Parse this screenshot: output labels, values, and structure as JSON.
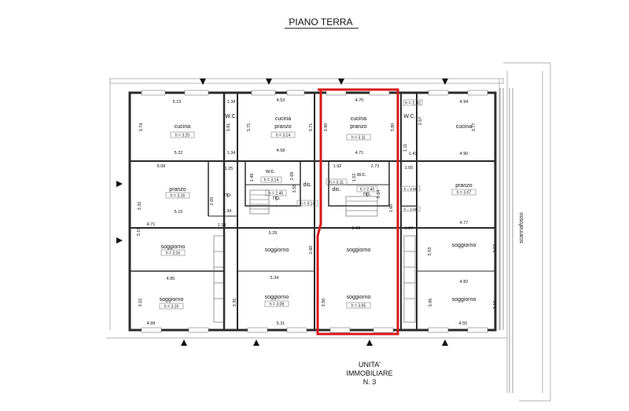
{
  "title": "PIANO TERRA",
  "unit_label": {
    "line1": "UNITA'",
    "line2": "IMMOBILIARE",
    "line3": "N. 3"
  },
  "colors": {
    "wall": "#2b2b2b",
    "highlight": "#d91818",
    "thin": "#888888"
  },
  "side_label": "scannafosso",
  "rooms": [
    {
      "name": "cucina",
      "height": "h = 3.20"
    },
    {
      "name": "W.C.",
      "height": ""
    },
    {
      "name": "cucina",
      "name2": "pranzo",
      "height": "h = 3.14"
    },
    {
      "name": "cucina",
      "name2": "pranzo",
      "height": "h = 3.11"
    },
    {
      "name": "W.C.",
      "height": ""
    },
    {
      "name": "cucina",
      "height": ""
    },
    {
      "name": "pranzo",
      "height": "h = 3.16"
    },
    {
      "name": "rip.",
      "height": ""
    },
    {
      "name": "w.c.",
      "height": "h = 3.14"
    },
    {
      "name": "rip.",
      "height": "h = 2.45"
    },
    {
      "name": "dis.",
      "height": "h = 3.14"
    },
    {
      "name": "dis.",
      "height": "h = 3.11"
    },
    {
      "name": "w.c.",
      "height": ""
    },
    {
      "name": "rip.",
      "height": "h = 2.40"
    },
    {
      "name": "pranzo",
      "height": "h = 3.07"
    },
    {
      "name": "soggiorno",
      "height": "h = 3.16"
    },
    {
      "name": "soggiorno",
      "height": ""
    },
    {
      "name": "soggiorno",
      "height": ""
    },
    {
      "name": "soggiorno",
      "height": ""
    },
    {
      "name": "soggiorno",
      "height": "h = 3.16"
    },
    {
      "name": "soggiorno",
      "height": "h = 3.08"
    },
    {
      "name": "soggiorno",
      "height": "h = 3.05"
    },
    {
      "name": "soggiorno",
      "height": ""
    }
  ],
  "dims": [
    "5.13",
    "1.34",
    "4.53",
    "4.70",
    "h = 2.82",
    "4.94",
    "3.74",
    "3.81",
    "3.71",
    "3.71",
    "3.80",
    "3.80",
    "2.57",
    "3.77",
    "5.22",
    "1.34",
    "4.58",
    "4.71",
    "1.43",
    "4.90",
    "5.08",
    "1.25",
    "1.92",
    "2.73",
    "1.05",
    "3.32",
    "5.15",
    "1.34",
    "4.71",
    "1.10",
    "5.29",
    "5.09",
    "1.07",
    "4.77",
    "4.85",
    "5.34",
    "4.82",
    "4.99",
    "5.31",
    "4.55",
    "3.15",
    "3.35",
    "3.50",
    "3.96",
    "3.10",
    "2.05",
    "3.58",
    "1.49",
    "1.52",
    "2.69",
    "5.53",
    "3.53",
    "3.15",
    "2.60",
    "1.11",
    "0.84",
    "1.60",
    "h = 2.96",
    "h = 2.00"
  ]
}
